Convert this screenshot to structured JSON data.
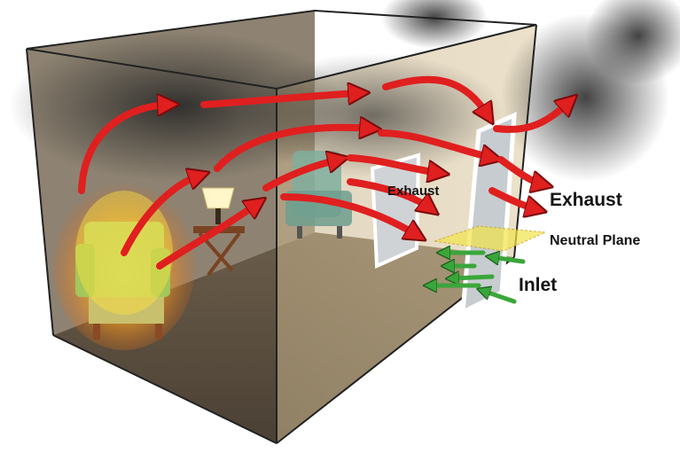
{
  "labels": {
    "exhaust_window": "Exhaust",
    "exhaust_door": "Exhaust",
    "neutral_plane": "Neutral Plane",
    "inlet": "Inlet"
  },
  "colors": {
    "hot_gas_arrow": "#e01f1f",
    "cool_air_arrow": "#3aa63a",
    "smoke": "#2e2e2e",
    "neutral_plane": "#f2e44a",
    "wall_tan": "#d9c49a",
    "floor": "#5e5242",
    "fire": "#f5a623"
  },
  "icons": {
    "lamp": "table-lamp-icon",
    "chair": "armchair-icon",
    "table": "side-table-icon"
  }
}
